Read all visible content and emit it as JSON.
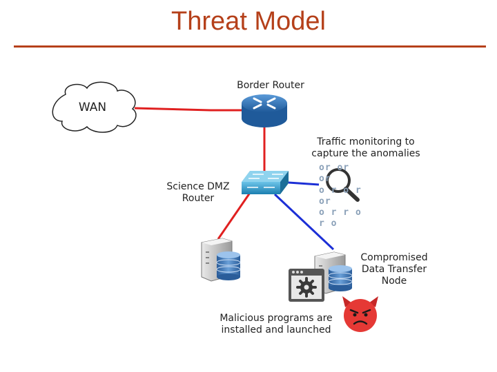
{
  "title": "Threat Model",
  "labels": {
    "wan": "WAN",
    "border_router": "Border Router",
    "monitoring_line1": "Traffic monitoring to",
    "monitoring_line2": "capture the anomalies",
    "binary_row1": "or or or",
    "binary_row2": "o r o r or",
    "binary_row3": "o r r o r o",
    "dmz_line1": "Science DMZ",
    "dmz_line2": "Router",
    "compromised_line1": "Compromised",
    "compromised_line2": "Data Transfer",
    "compromised_line3": "Node",
    "malicious_line1": "Malicious programs are",
    "malicious_line2": "installed and launched"
  },
  "colors": {
    "title": "#b5401a",
    "red_link": "#e02020",
    "blue_link": "#1c2fd6",
    "dark_link": "#1a1a3a",
    "router": "#2c6fb8",
    "switch": "#2a93c8",
    "devil": "#e53935"
  },
  "icons": [
    "cloud-icon",
    "router-icon",
    "switch-icon",
    "magnifier-icon",
    "server-icon",
    "database-icon",
    "app-gear-icon",
    "devil-icon"
  ]
}
